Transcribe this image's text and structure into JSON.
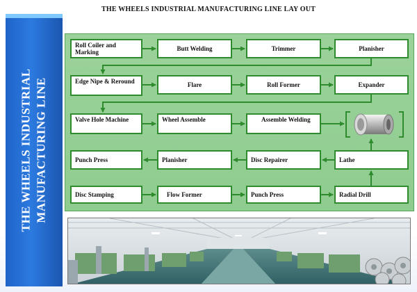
{
  "title": "THE  WHEELS  INDUSTRIAL  MANUFACTURING LINE LAY OUT",
  "side_title": {
    "line1": "THE  WHEELS INDUSTRIAL",
    "line2": "MANUFACTURING  LINE"
  },
  "steps": {
    "row1": [
      "Roll Coiler and Marking",
      "Butt Welding",
      "Trimmer",
      "Planisher"
    ],
    "row2": [
      "Edge Nipe & Reround",
      "Flare",
      "Roll Former",
      "Expander"
    ],
    "row3": [
      "Valve Hole Machine",
      "Wheel Assemble",
      "Assemble Welding"
    ],
    "row4": [
      "Punch Press",
      "Planisher",
      "Disc Repairer",
      "Lathe"
    ],
    "row5": [
      "Disc Stamping",
      "Flow Former",
      "Punch Press",
      "Radial Drill"
    ]
  },
  "colors": {
    "panel": "#8fcc8f",
    "box_border": "#2e8b2e",
    "side_bar": "#2c7ae0"
  },
  "icons": [
    "wheel-rim-icon",
    "factory-floor-photo"
  ]
}
